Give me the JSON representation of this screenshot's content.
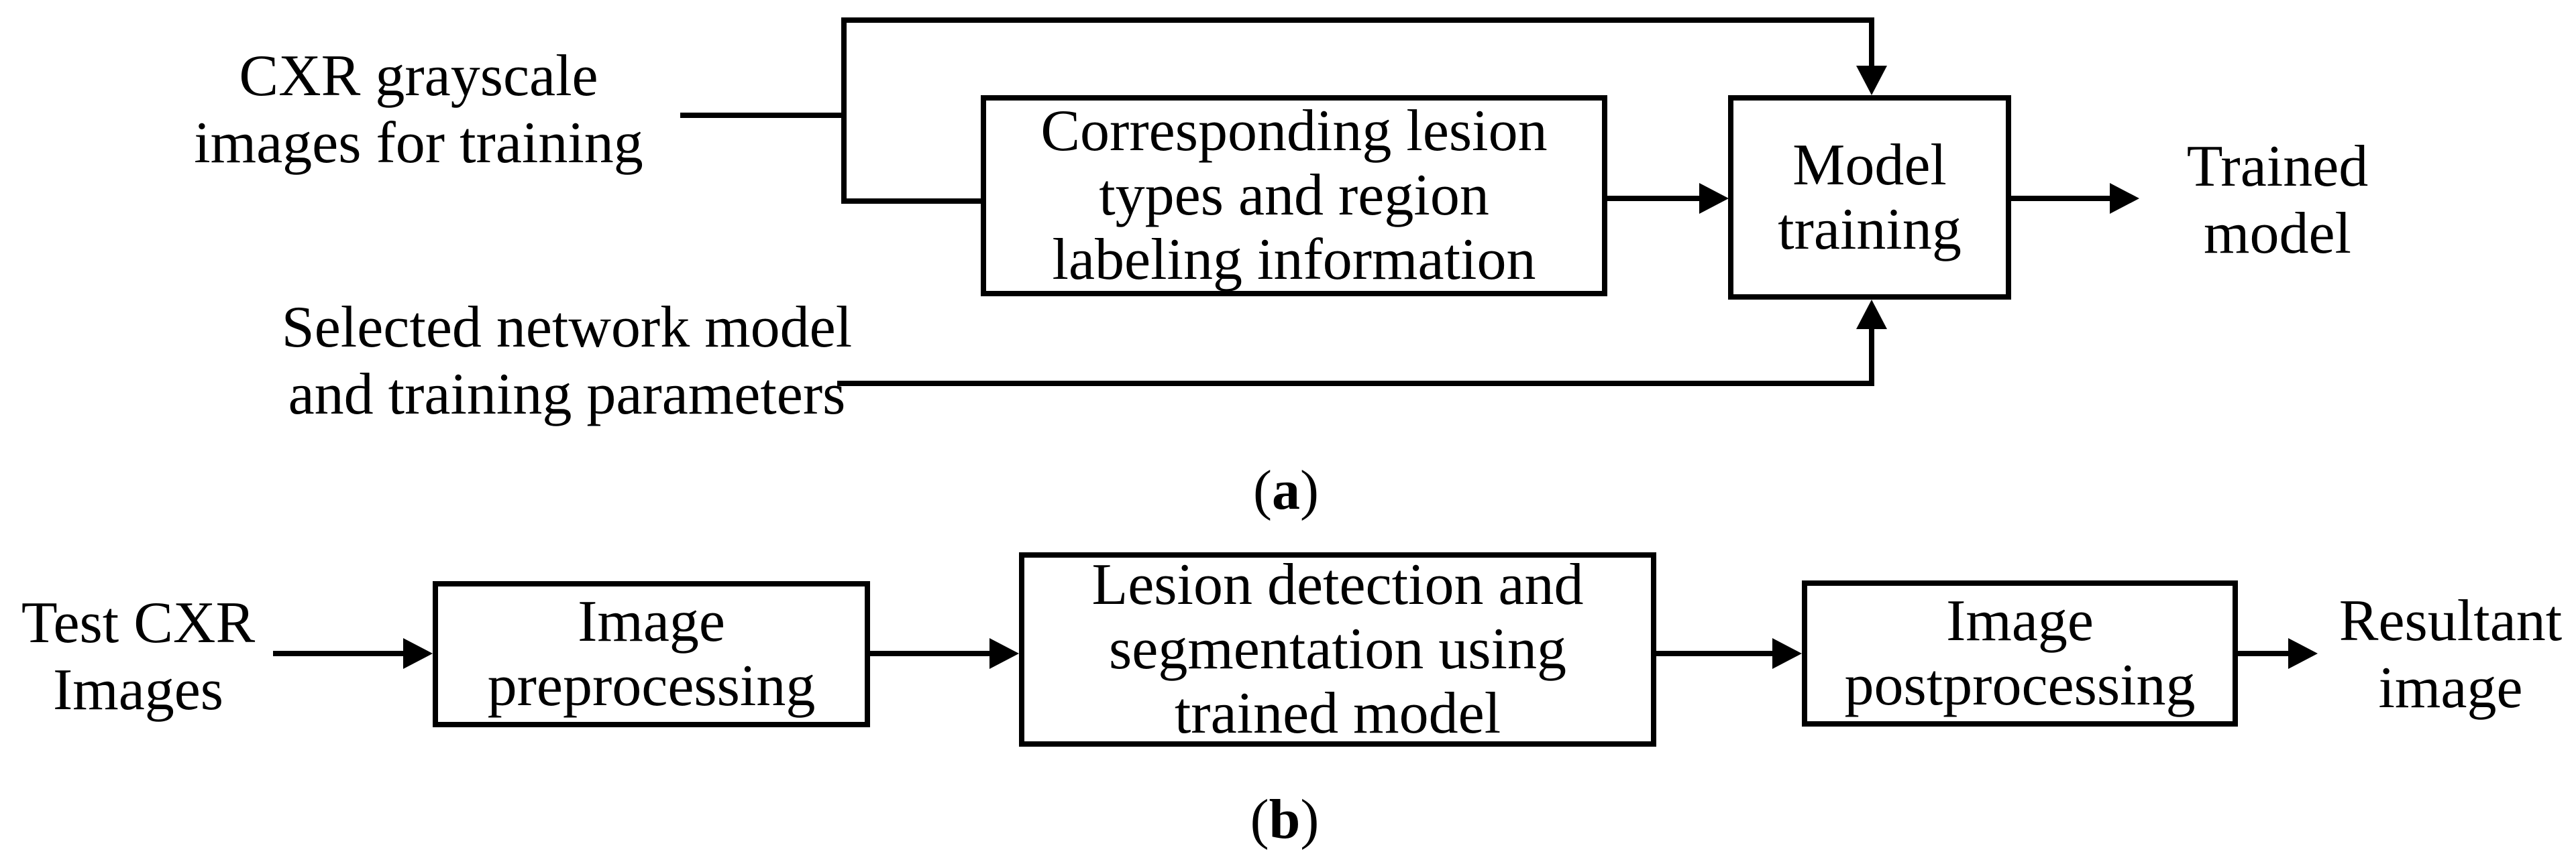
{
  "figure": {
    "colors": {
      "ink": "#000000",
      "background": "#ffffff"
    },
    "panel_a": {
      "caption": {
        "open": "(",
        "letter": "a",
        "close": ")"
      },
      "labels": {
        "input_images": {
          "line1": "CXR grayscale",
          "line2": "images for training"
        },
        "network_params": {
          "line1": "Selected network model",
          "line2": "and training parameters"
        },
        "output": {
          "line1": "Trained",
          "line2": "model"
        }
      },
      "boxes": {
        "lesion_info": {
          "line1": "Corresponding lesion",
          "line2": "types and region",
          "line3": "labeling information"
        },
        "model_training": {
          "line1": "Model",
          "line2": "training"
        }
      }
    },
    "panel_b": {
      "caption": {
        "open": "(",
        "letter": "b",
        "close": ")"
      },
      "labels": {
        "input": {
          "line1": "Test CXR",
          "line2": "Images"
        },
        "output": {
          "line1": "Resultant",
          "line2": "image"
        }
      },
      "boxes": {
        "preprocessing": {
          "line1": "Image",
          "line2": "preprocessing"
        },
        "detection": {
          "line1": "Lesion detection and",
          "line2": "segmentation using",
          "line3": "trained model"
        },
        "postprocessing": {
          "line1": "Image",
          "line2": "postprocessing"
        }
      }
    }
  }
}
